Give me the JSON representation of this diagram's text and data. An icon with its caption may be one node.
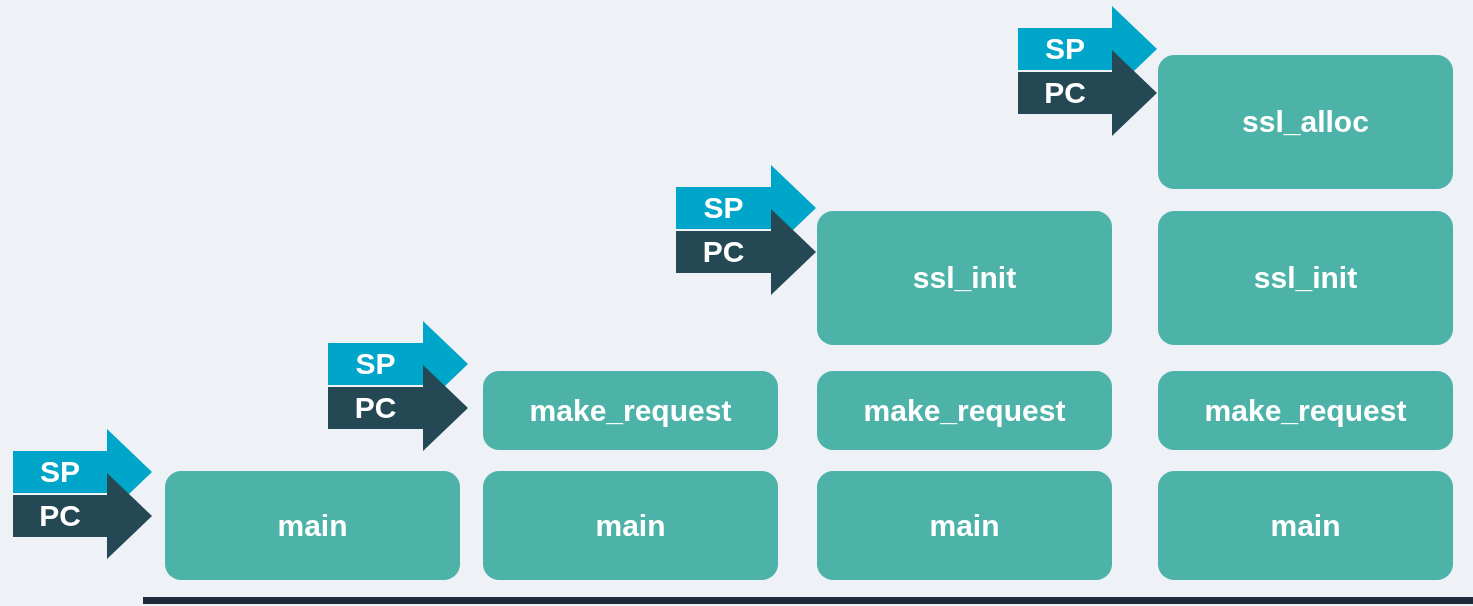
{
  "diagram": {
    "nodes": [
      {
        "text": [
          "main"
        ]
      },
      {
        "text": [
          "make_request"
        ]
      },
      {
        "text": [
          "main"
        ]
      },
      {
        "text": [
          "ssl_init"
        ]
      },
      {
        "text": [
          "make_request"
        ]
      },
      {
        "text": [
          "main"
        ]
      },
      {
        "text": [
          "ssl_alloc"
        ]
      },
      {
        "text": [
          "ssl_init"
        ]
      },
      {
        "text": [
          "make_request"
        ]
      },
      {
        "text": [
          "main"
        ]
      }
    ],
    "edges": [
      {
        "from": null,
        "to": 0,
        "arrow": "to",
        "label": "SP",
        "color": "#00a6c9"
      },
      {
        "from": null,
        "to": 0,
        "arrow": "to",
        "label": "PC",
        "color": "#244955"
      },
      {
        "from": null,
        "to": 1,
        "arrow": "to",
        "label": "SP",
        "color": "#00a6c9"
      },
      {
        "from": null,
        "to": 1,
        "arrow": "to",
        "label": "PC",
        "color": "#244955"
      },
      {
        "from": null,
        "to": 3,
        "arrow": "to",
        "label": "SP",
        "color": "#00a6c9"
      },
      {
        "from": null,
        "to": 3,
        "arrow": "to",
        "label": "PC",
        "color": "#244955"
      },
      {
        "from": null,
        "to": 6,
        "arrow": "to",
        "label": "SP",
        "color": "#00a6c9"
      },
      {
        "from": null,
        "to": 6,
        "arrow": "to",
        "label": "PC",
        "color": "#244955"
      }
    ]
  }
}
